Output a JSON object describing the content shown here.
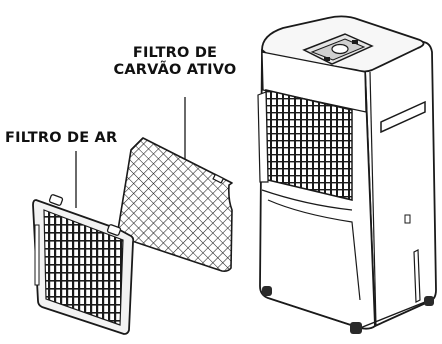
{
  "labels": {
    "carbon_filter_line1": "FILTRO DE",
    "carbon_filter_line2": "CARVÃO ATIVO",
    "air_filter": "FILTRO DE AR"
  },
  "colors": {
    "outline": "#1a1a1a",
    "body_fill": "#ffffff",
    "shade": "#e9e9e9",
    "dark_panel": "#2a2a2a"
  }
}
